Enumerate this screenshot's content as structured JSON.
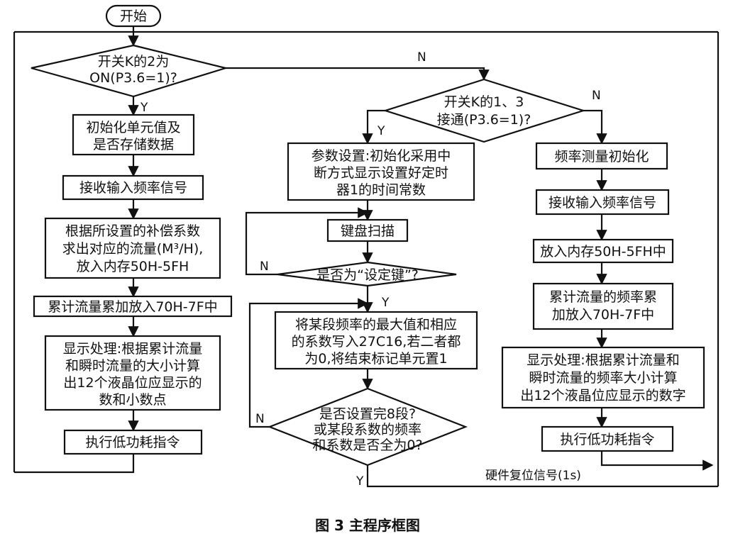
{
  "start": "开始",
  "caption": "图 3  主程序框图",
  "left_column": {
    "decision": [
      "开关K的2为",
      "ON(P3.6=1)?"
    ],
    "init": [
      "初始化单元值及",
      "是否存储数据"
    ],
    "receive": [
      "接收输入频率信号"
    ],
    "compute": [
      "根据所设置的补偿系数",
      "求出对应的流量(M³/H),",
      "放入内存50H-5FH"
    ],
    "accumulate": [
      "累计流量累加放入70H-7F中"
    ],
    "display": [
      "显示处理:根据累计流量",
      "和瞬时流量的大小计算",
      "出12个液晶位应显示的",
      "数和小数点"
    ],
    "low_power": [
      "执行低功耗指令"
    ]
  },
  "middle_column": {
    "decision": [
      "开关K的1、3",
      "接通(P3.6=1)?"
    ],
    "param": [
      "参数设置:初始化采用中",
      "断方式显示设置好定时",
      "器1的时间常数"
    ],
    "scan": [
      "键盘扫描"
    ],
    "set_key": [
      "是否为“设定键”?"
    ],
    "write": [
      "将某段频率的最大值和相应",
      "的系数写入27C16,若二者都",
      "为0,将结束标记单元置1"
    ],
    "done": [
      "是否设置完8段?",
      "或某段系数的频率",
      "和系数是否全为0?"
    ]
  },
  "right_column": {
    "freq_init": [
      "频率测量初始化"
    ],
    "receive": [
      "接收输入频率信号"
    ],
    "store": [
      "放入内存50H-5FH中"
    ],
    "accumulate": [
      "累计流量的频率累",
      "加放入70H-7F中"
    ],
    "display": [
      "显示处理:根据累计流量和",
      "瞬时流量的频率大小计算",
      "出12个液晶位应显示的数字"
    ],
    "low_power": [
      "执行低功耗指令"
    ]
  },
  "labels": {
    "yes": "Y",
    "no": "N",
    "hw_reset": "硬件复位信号(1s)"
  }
}
